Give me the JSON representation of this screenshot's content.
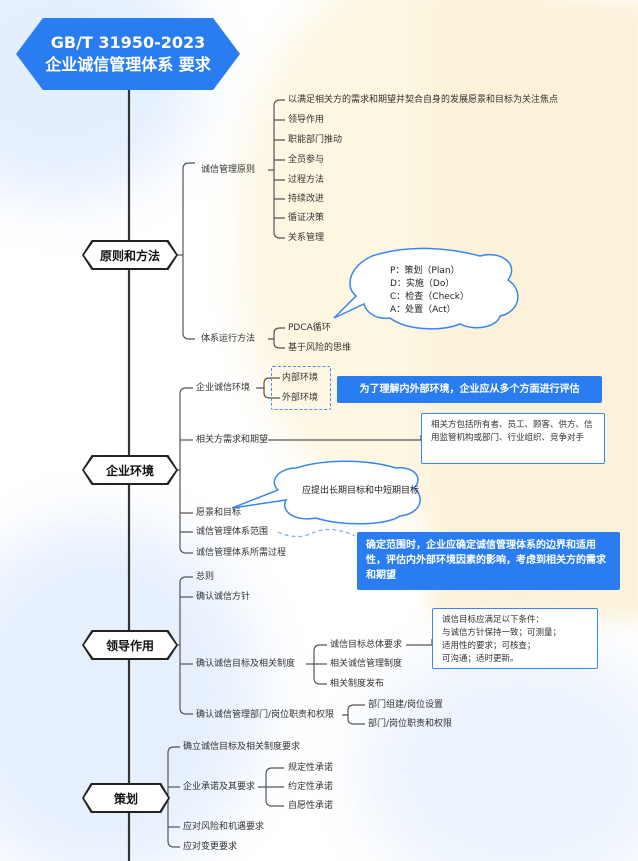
{
  "header": {
    "title_line1": "GB/T 31950-2023",
    "title_line2": "企业诚信管理体系 要求"
  },
  "sections": {
    "principles": {
      "label": "原则和方法",
      "mgmt_principles": {
        "label": "诚信管理原则",
        "items": [
          "以满足相关方的需求和期望并契合自身的发展愿景和目标为关注焦点",
          "领导作用",
          "职能部门推动",
          "全员参与",
          "过程方法",
          "持续改进",
          "循证决策",
          "关系管理"
        ]
      },
      "system_methods": {
        "label": "体系运行方法",
        "items": [
          "PDCA循环",
          "基于风险的思维"
        ],
        "pdca_note": [
          "P：策划（Plan）",
          "D：实施（Do）",
          "C：检查（Check）",
          "A：处置（Act）"
        ]
      }
    },
    "environment": {
      "label": "企业环境",
      "env_label": "企业诚信环境",
      "env_items": [
        "内部环境",
        "外部环境"
      ],
      "env_callout": "为了理解内外部环境，企业应从多个方面进行评估",
      "stakeholders": "相关方需求和期望",
      "stakeholders_note": "相关方包括所有者、员工、顾客、供方、信用监管机构或部门、行业组织、竞争对手",
      "vision": "愿景和目标",
      "vision_note": "应提出长期目标和中短期目标",
      "scope": "诚信管理体系范围",
      "scope_callout": "确定范围时，企业应确定诚信管理体系的边界和适用性，评估内外部环境因素的影响，考虑到相关方的需求和期望",
      "process": "诚信管理体系所需过程"
    },
    "leadership": {
      "label": "领导作用",
      "general": "总则",
      "policy": "确认诚信方针",
      "objectives": {
        "label": "确认诚信目标及相关制度",
        "items": [
          "诚信目标总体要求",
          "相关诚信管理制度",
          "相关制度发布"
        ],
        "note": [
          "诚信目标应满足以下条件：",
          "与诚信方针保持一致；可测量；",
          "适用性的要求；可核查；",
          "可沟通；适时更新。"
        ]
      },
      "departments": {
        "label": "确认诚信管理部门/岗位职责和权限",
        "items": [
          "部门组建/岗位设置",
          "部门/岗位职责和权限"
        ]
      }
    },
    "planning": {
      "label": "策划",
      "establish": "确立诚信目标及相关制度要求",
      "commitment": {
        "label": "企业承诺及其要求",
        "items": [
          "规定性承诺",
          "约定性承诺",
          "自愿性承诺"
        ]
      },
      "risks": "应对风险和机遇要求",
      "changes": "应对变更要求"
    }
  }
}
